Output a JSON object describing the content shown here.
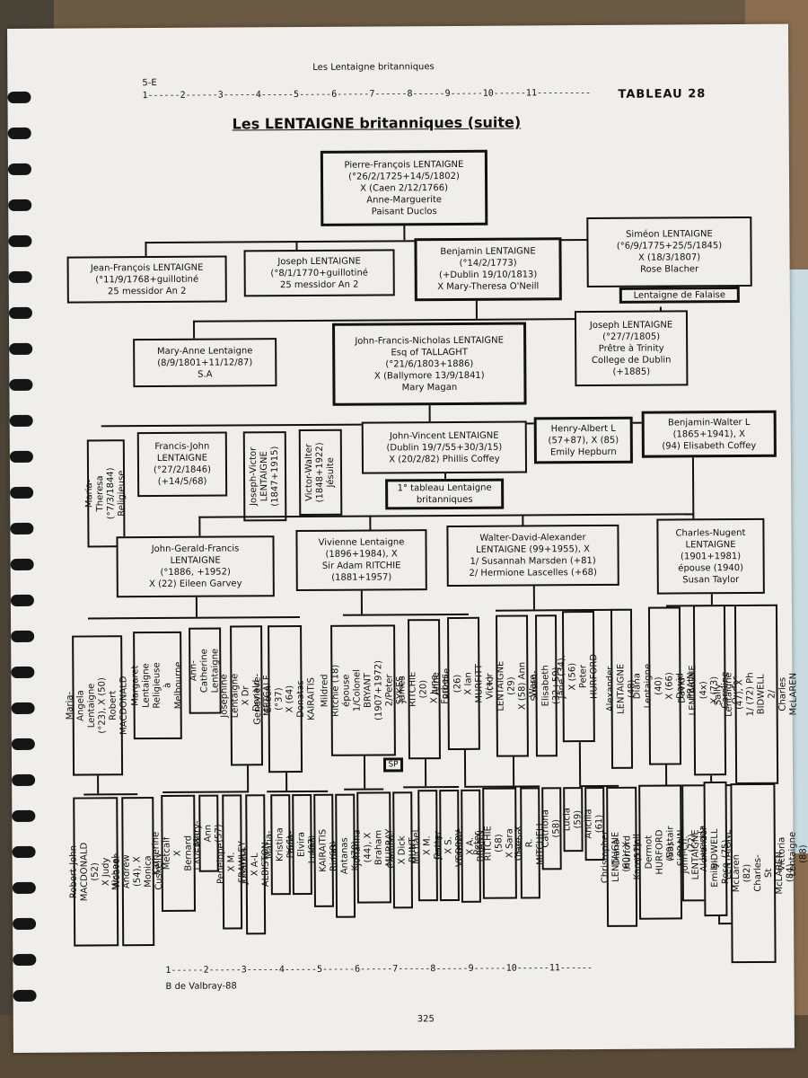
{
  "header": {
    "running_title": "Les Lentaigne britanniques",
    "ref": "5-E",
    "scale_top": "1------2------3------4------5------6------7------8------9------10------11----------",
    "tableau": "TABLEAU 28",
    "title": "Les LENTAIGNE britanniques (suite)"
  },
  "footer": {
    "scale": "1------2------3------4------5------6------7------8------9------10------11------",
    "author": "B de Valbray-88",
    "page_number": "325"
  },
  "gen1": {
    "pierre": "Pierre-François LENTAIGNE\n(°26/2/1725+14/5/1802)\nX (Caen 2/12/1766)\nAnne-Marguerite\nPaisant Duclos"
  },
  "gen2": {
    "jean_francois": "Jean-François LENTAIGNE\n(°11/9/1768+guillotiné\n25 messidor An 2",
    "joseph": "Joseph LENTAIGNE\n(°8/1/1770+guillotiné\n25 messidor An 2",
    "benjamin": "Benjamin LENTAIGNE\n(°14/2/1773)\n(+Dublin 19/10/1813)\nX Mary-Theresa O'Neill",
    "simeon": "Siméon LENTAIGNE\n(°6/9/1775+25/5/1845)\nX (18/3/1807)\nRose Blacher",
    "falaise": "Lentaigne de Falaise"
  },
  "gen3": {
    "mary_anne": "Mary-Anne Lentaigne\n(8/9/1801+11/12/87)\nS.A",
    "john_francis": "John-Francis-Nicholas LENTAIGNE\nEsq of TALLAGHT\n(°21/6/1803+1886)\nX (Ballymore 13/9/1841)\nMary Magan",
    "joseph": "Joseph LENTAIGNE\n(°27/7/1805)\nPrêtre à Trinity\nCollege de Dublin\n(+1885)"
  },
  "gen4": {
    "maria_theresa": "Maria-Theresa\n(°7/3/1844)\nReligieuse",
    "francis_john": "Francis-John\nLENTAIGNE\n(°27/2/1846)\n(+14/5/68)",
    "joseph_victor": "Joseph-Victor\nLENTAIGNE\n(1847+1915)",
    "victor_walter": "Victor-Walter\n(1848+1922)\nJésuite",
    "john_vincent": "John-Vincent LENTAIGNE\n(Dublin 19/7/55+30/3/15)\nX (20/2/82) Phillis Coffey",
    "henry_albert": "Henry-Albert L\n(57+87), X (85)\nEmily Hepburn",
    "benjamin_walter": "Benjamin-Walter L\n(1865+1941), X\n(94) Elisabeth Coffey",
    "ref_tableau": "1° tableau Lentaigne\nbritanniques"
  },
  "gen5": {
    "john_gerald": "John-Gerald-Francis\nLENTAIGNE\n(°1886, +1952)\nX (22) Eileen Garvey",
    "vivienne": "Vivienne Lentaigne\n(1896+1984), X\nSir Adam RITCHIE\n(1881+1957)",
    "walter_david": "Walter-David-Alexander\nLENTAIGNE (99+1955), X\n1/ Susannah Marsden (+81)\n2/ Hermione Lascelles (+68)",
    "charles_nugent": "Charles-Nugent\nLENTAIGNE\n(1901+1981)\népouse (1940)\nSusan Taylor"
  },
  "gen6": [
    "Maria-Angela Lentaigne\n(°23), X (50)\nRobert MACDONALD",
    "Margaret Lentaigne\nReligieuse à\nMelbourne",
    "Ann-Catherine\nLentaigne",
    "Josephine Lentaigne\nX Dr Donald METCALF",
    "Geneviève-Eileen (°37)\nX (64) Donatas KAIRAITIS",
    "Mildred Ritchie (18)\népouse\n1/Colonel BRYANT\n(1907+1972)\n2/Peter SYKES",
    "James RITCHIE (20)\nX June Forbes",
    "Anne Ritchie (26)\nX Ian MURFITT (+)",
    "Victor LENTAIGNE (29)\nX (58) Ann Ware",
    "Susan-Elisabeth (32+59)",
    "Jane (34), X (56)\nPeter HURFORD",
    "Alexander LENTAIGNE (48)",
    "Diana Lentaigne (40)\nX (66) David PRAIN",
    "David LENTAIGNE (4x)\nX (73) Caroline Oudes",
    "Sally Lentaigne (47), X\n1/ (72) Ph BIDWELL\n2/ Charles McLAREN"
  ],
  "sp_label": "SP",
  "gen7": [
    "Robert-John\nMACDONALD (52)\nX Judy Weaver",
    "Michael-Andrew (54), X\nMonica Cuskelly",
    "Katherine Metcalf\nX Bernard LAVERY",
    "Mary-Ann (57)",
    "Penelope, X M. FRAWLEY",
    "Johanna, X A-L ALBISTON",
    "Maria-Kristina (66)",
    "Paula-Elvira (67)",
    "Lukas KAIRAITIS (68)",
    "Rimas-Antanas K. (70)",
    "Johanna (44), X\nBraham MURRAY",
    "Camilla, X Dick BUNT",
    "Michael, X M. Gatter",
    "Jenny, X S. CORRY",
    "Vivienne, X A. BRANN",
    "Peter RITCHIE (58)\nX Sara Dyson",
    "Clare, X R. MITCHELL",
    "Catriona (58)",
    "Lucia (59)",
    "Ancilla (61)",
    "Christopher LENTAIGNE\n(60), X Karen Hall",
    "Diana Hurford (57)\nDermot HURFORD (59)\nSimon HURFORD (61)",
    "Alastair PRAIN (72)\nLucinda Prain (77)",
    "John-Ch. LENTAIGNE (75)\nJames LENTAIGNE (77)\nJulian LENTAIGNE (79)\nVictoria Lentaigne (88)",
    "Alexander BIDWELL (75)",
    "Emily-Rose McLaren (82)\nCharles-St McLAREN (84)"
  ]
}
